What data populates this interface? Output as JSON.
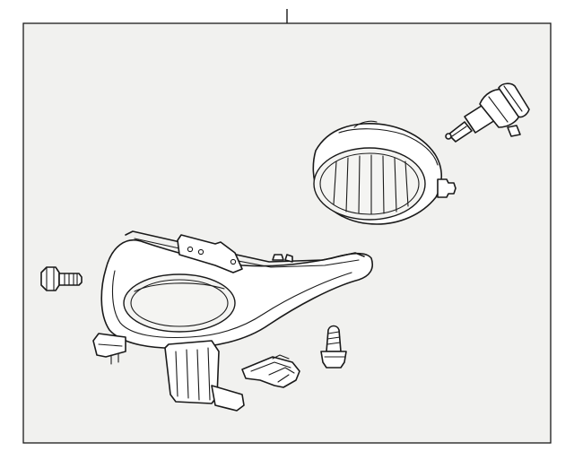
{
  "diagram": {
    "frame_background": "#f1f1ef",
    "line_color": "#1a1a1a",
    "parts": [
      {
        "id": "fog-lamp-assembly"
      },
      {
        "id": "fog-lamp-housing"
      },
      {
        "id": "halogen-bulb"
      },
      {
        "id": "mounting-bolt"
      },
      {
        "id": "mounting-screw"
      },
      {
        "id": "retaining-clip"
      }
    ]
  }
}
